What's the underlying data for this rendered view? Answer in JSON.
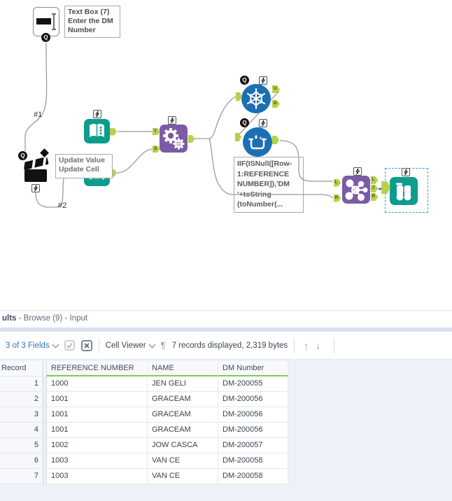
{
  "canvas": {
    "comment_box": {
      "text": "Text Box (7)\nEnter the DM\nNumber"
    },
    "tooltip": {
      "text": "Update Value\nUpdate Cell"
    },
    "annotation": {
      "text": "IIF(ISNull([Row-\n1:REFERENCE\nNUMBER]),'DM\n'+toString\n(toNumber(..."
    },
    "labels": {
      "conn1": "#1",
      "conn2": "#2"
    },
    "anchors": {
      "q": "Q",
      "t": "T",
      "s": "S",
      "u": "U",
      "d": "D",
      "l": "L",
      "j": "J",
      "r": "R"
    },
    "colors": {
      "teal": "#0d9c8e",
      "purple": "#7b5ba6",
      "blue": "#1d6fb3",
      "anchor_green": "#b5d24b",
      "wire": "#9b9b9b",
      "selection_blue": "#3f94e0",
      "connection_blue": "#3c5bd5"
    }
  },
  "results": {
    "title_bold": "ults",
    "title_rest": " - Browse (9) - Input",
    "toolbar": {
      "fields": "3 of 3 Fields",
      "cell_viewer": "Cell Viewer",
      "pilcrow": "¶",
      "records": "7 records displayed, 2,319 bytes",
      "up": "↑",
      "down": "↓"
    },
    "table": {
      "headers": [
        "Record",
        "REFERENCE NUMBER",
        "NAME",
        "DM Number"
      ],
      "header_underline_color": "#86c94f",
      "rows": [
        [
          "1",
          "1000",
          "JEN GELI",
          "DM-200055"
        ],
        [
          "2",
          "1001",
          "GRACEAM",
          "DM-200056"
        ],
        [
          "3",
          "1001",
          "GRACEAM",
          "DM-200056"
        ],
        [
          "4",
          "1001",
          "GRACEAM",
          "DM-200056"
        ],
        [
          "5",
          "1002",
          "JOW CASCA",
          "DM-200057"
        ],
        [
          "6",
          "1003",
          "VAN CE",
          "DM-200058"
        ],
        [
          "7",
          "1003",
          "VAN CE",
          "DM-200058"
        ]
      ]
    }
  }
}
